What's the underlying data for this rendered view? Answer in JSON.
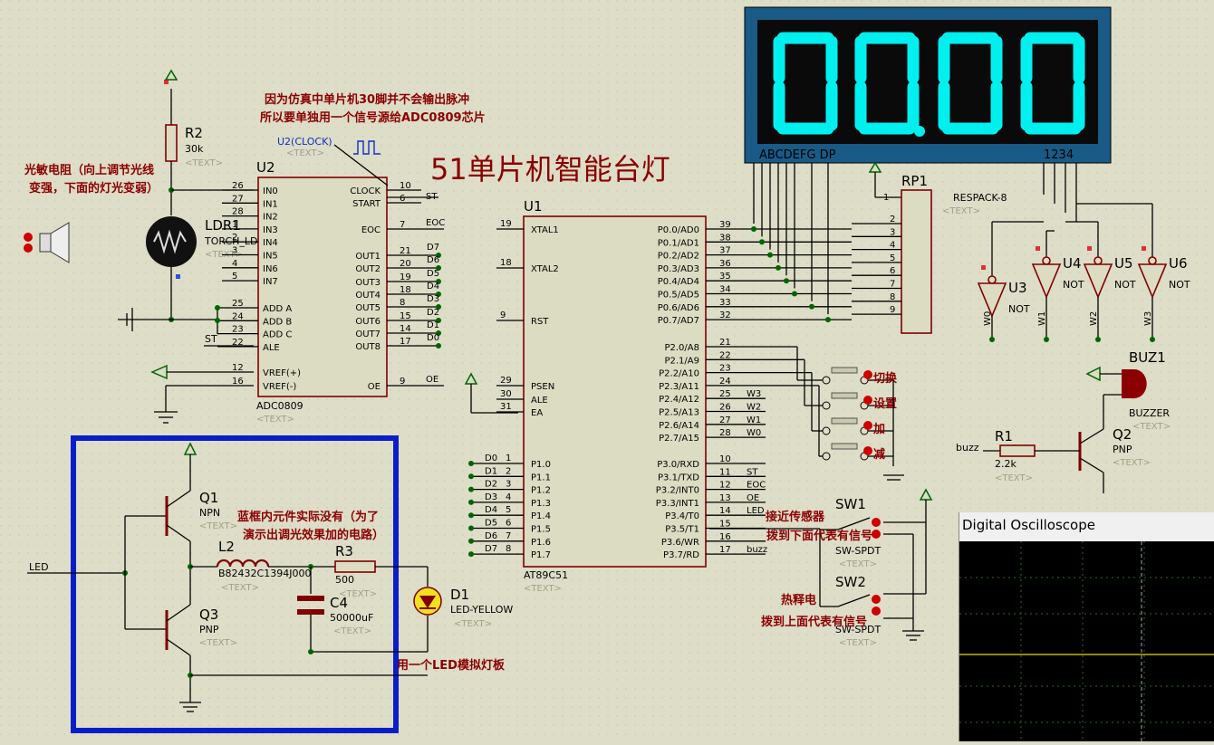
{
  "title": "51单片机智能台灯",
  "notes": {
    "clock_note_1": "因为仿真中单片机30脚并不会输出脉冲",
    "clock_note_2": "所以要单独用一个信号源给ADC0809芯片",
    "ldr_note_1": "光敏电阻（向上调节光线",
    "ldr_note_2": "变强，下面的灯光变弱）",
    "box_note_1": "蓝框内元件实际没有（为了",
    "box_note_2": "演示出调光效果加的电路）",
    "led_note": "用一个LED模拟灯板",
    "sensor_note": "接近传感器",
    "sw1_note": "拨到下面代表有信号",
    "pir_note": "热释电",
    "sw2_note": "拨到上面代表有信号"
  },
  "display": {
    "digits": [
      "0",
      "0",
      "0",
      "0"
    ],
    "seg_label": "ABCDEFG DP",
    "digit_label": "1234",
    "ref": "RP1",
    "rp_value": "RESPACK-8"
  },
  "components": {
    "r2": {
      "ref": "R2",
      "value": "30k"
    },
    "ldr": {
      "ref": "LDR1",
      "value": "TORCH_LDR"
    },
    "u2": {
      "ref": "U2",
      "part": "ADC0809"
    },
    "u1": {
      "ref": "U1",
      "part": "AT89C51"
    },
    "clock": {
      "label": "U2(CLOCK)"
    },
    "q1": {
      "ref": "Q1",
      "type": "NPN"
    },
    "q3": {
      "ref": "Q3",
      "type": "PNP"
    },
    "l2": {
      "ref": "L2",
      "value": "B82432C1394J000"
    },
    "r3": {
      "ref": "R3",
      "value": "500"
    },
    "c4": {
      "ref": "C4",
      "value": "50000uF"
    },
    "d1": {
      "ref": "D1",
      "value": "LED-YELLOW"
    },
    "r1": {
      "ref": "R1",
      "value": "2.2k"
    },
    "q2": {
      "ref": "Q2",
      "type": "PNP"
    },
    "buz": {
      "ref": "BUZ1",
      "value": "BUZZER"
    },
    "sw1": {
      "ref": "SW1",
      "value": "SW-SPDT"
    },
    "sw2": {
      "ref": "SW2",
      "value": "SW-SPDT"
    },
    "u3": {
      "ref": "U3",
      "value": "NOT"
    },
    "u4": {
      "ref": "U4",
      "value": "NOT"
    },
    "u5": {
      "ref": "U5",
      "value": "NOT"
    },
    "u6": {
      "ref": "U6",
      "value": "NOT"
    }
  },
  "text_placeholder": "<TEXT>",
  "buttons": [
    "切换",
    "设置",
    "加",
    "减"
  ],
  "nets": {
    "led": "LED",
    "buzz": "buzz",
    "st": "ST",
    "eoc": "EOC",
    "oe": "OE",
    "w0": "W0",
    "w1": "W1",
    "w2": "W2",
    "w3": "W3"
  },
  "u2_pins_left": [
    [
      "IN0",
      "26"
    ],
    [
      "IN1",
      "27"
    ],
    [
      "IN2",
      "28"
    ],
    [
      "IN3",
      "1"
    ],
    [
      "IN4",
      "2"
    ],
    [
      "IN5",
      "3"
    ],
    [
      "IN6",
      "4"
    ],
    [
      "IN7",
      "5"
    ]
  ],
  "u2_pins_left2": [
    [
      "ADD A",
      "25"
    ],
    [
      "ADD B",
      "24"
    ],
    [
      "ADD C",
      "23"
    ],
    [
      "ALE",
      "22"
    ]
  ],
  "u2_pins_left3": [
    [
      "VREF(+)",
      "12"
    ],
    [
      "VREF(-)",
      "16"
    ]
  ],
  "u2_pins_right": [
    [
      "CLOCK",
      "10"
    ],
    [
      "START",
      "6"
    ],
    [
      "EOC",
      "7"
    ],
    [
      "OUT1",
      "21"
    ],
    [
      "OUT2",
      "20"
    ],
    [
      "OUT3",
      "19"
    ],
    [
      "OUT4",
      "18"
    ],
    [
      "OUT5",
      "8"
    ],
    [
      "OUT6",
      "15"
    ],
    [
      "OUT7",
      "14"
    ],
    [
      "OUT8",
      "17"
    ],
    [
      "OE",
      "9"
    ]
  ],
  "u2_out_nets": [
    "D7",
    "D6",
    "D5",
    "D4",
    "D3",
    "D2",
    "D1",
    "D0"
  ],
  "u1_left": [
    [
      "XTAL1",
      "19"
    ],
    [
      "XTAL2",
      "18"
    ],
    [
      "RST",
      "9"
    ],
    [
      "PSEN",
      "29"
    ],
    [
      "ALE",
      "30"
    ],
    [
      "EA",
      "31"
    ]
  ],
  "u1_p1": [
    [
      "P1.0",
      "1",
      "D0"
    ],
    [
      "P1.1",
      "2",
      "D1"
    ],
    [
      "P1.2",
      "3",
      "D2"
    ],
    [
      "P1.3",
      "4",
      "D3"
    ],
    [
      "P1.4",
      "5",
      "D4"
    ],
    [
      "P1.5",
      "6",
      "D5"
    ],
    [
      "P1.6",
      "7",
      "D6"
    ],
    [
      "P1.7",
      "8",
      "D7"
    ]
  ],
  "u1_p0": [
    [
      "P0.0/AD0",
      "39"
    ],
    [
      "P0.1/AD1",
      "38"
    ],
    [
      "P0.2/AD2",
      "37"
    ],
    [
      "P0.3/AD3",
      "36"
    ],
    [
      "P0.4/AD4",
      "35"
    ],
    [
      "P0.5/AD5",
      "34"
    ],
    [
      "P0.6/AD6",
      "33"
    ],
    [
      "P0.7/AD7",
      "32"
    ]
  ],
  "u1_p2": [
    [
      "P2.0/A8",
      "21",
      ""
    ],
    [
      "P2.1/A9",
      "22",
      ""
    ],
    [
      "P2.2/A10",
      "23",
      ""
    ],
    [
      "P2.3/A11",
      "24",
      ""
    ],
    [
      "P2.4/A12",
      "25",
      "W3"
    ],
    [
      "P2.5/A13",
      "26",
      "W2"
    ],
    [
      "P2.6/A14",
      "27",
      "W1"
    ],
    [
      "P2.7/A15",
      "28",
      "W0"
    ]
  ],
  "u1_p3": [
    [
      "P3.0/RXD",
      "10",
      ""
    ],
    [
      "P3.1/TXD",
      "11",
      "ST"
    ],
    [
      "P3.2/INT0",
      "12",
      "EOC"
    ],
    [
      "P3.3/INT1",
      "13",
      "OE"
    ],
    [
      "P3.4/T0",
      "14",
      "LED"
    ],
    [
      "P3.5/T1",
      "15",
      ""
    ],
    [
      "P3.6/WR",
      "16",
      ""
    ],
    [
      "P3.7/RD",
      "17",
      "buzz"
    ]
  ],
  "oscilloscope": {
    "title": "Digital Oscilloscope"
  }
}
